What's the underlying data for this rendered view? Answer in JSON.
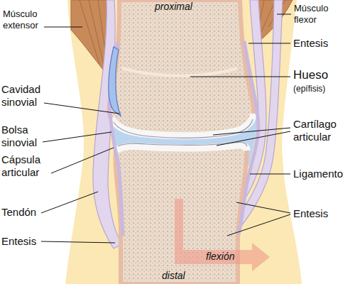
{
  "diagram": {
    "labels": [
      "proximal",
      "Músculo extensor",
      "Músculo flexor",
      "Entesis",
      "Hueso",
      "(epífisis)",
      "Cavidad sinovial",
      "Bolsa sinovial",
      "Cápsula articular",
      "Cartílago articular",
      "Ligamento",
      "Tendón",
      "Entesis",
      "Entesis",
      "flexión",
      "distal"
    ]
  }
}
